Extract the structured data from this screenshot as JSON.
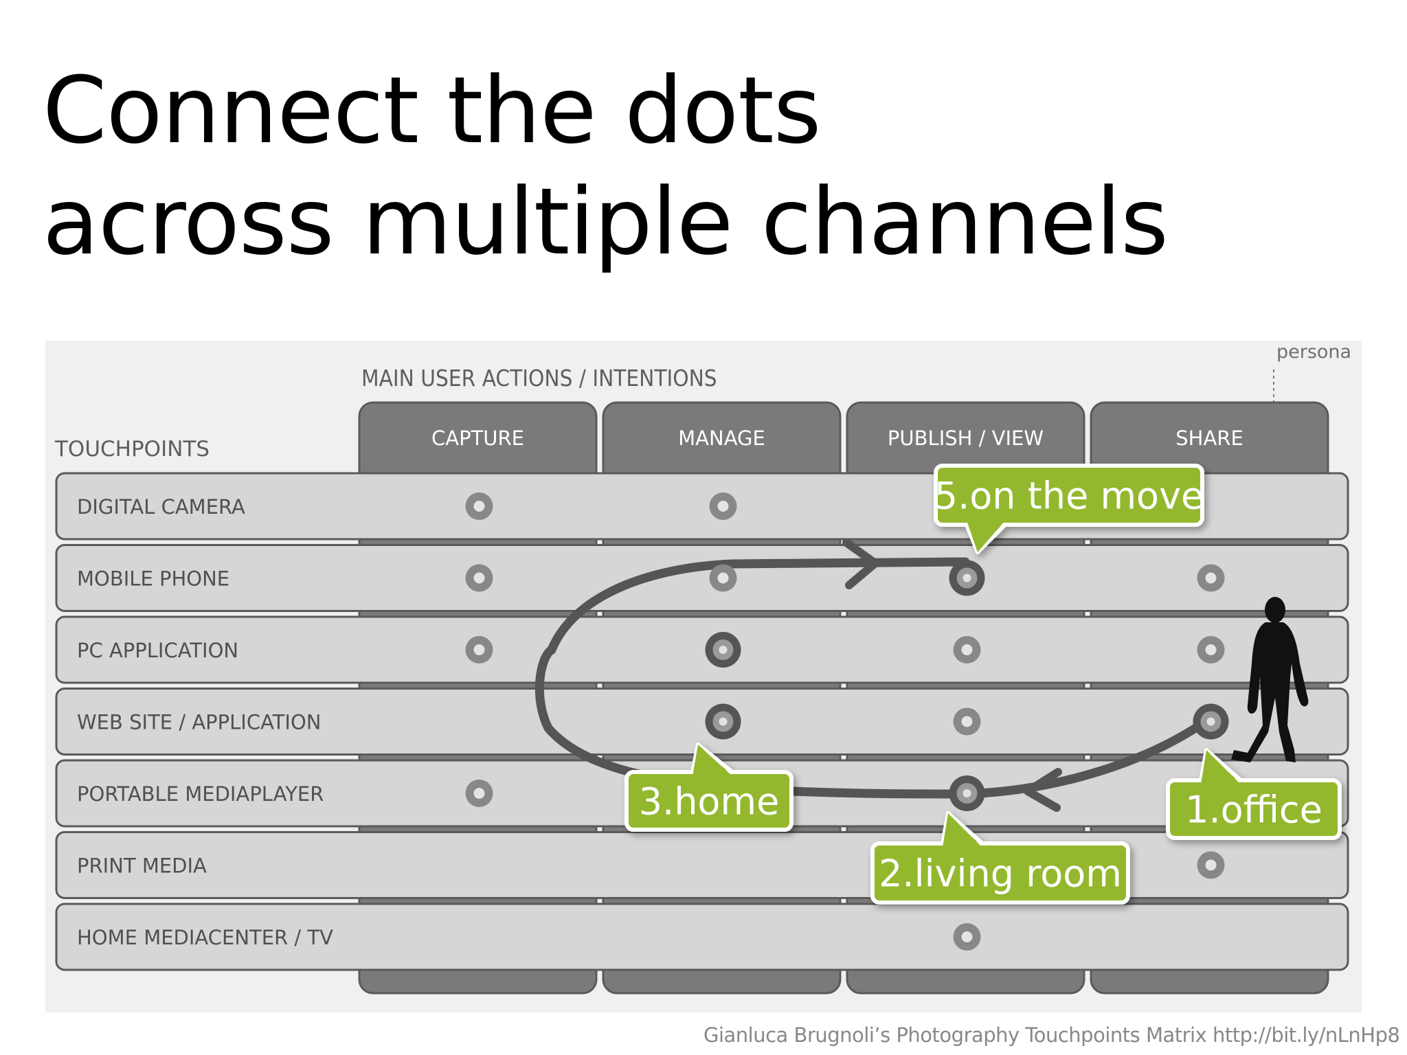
{
  "slide": {
    "title_line1": "Connect the dots",
    "title_line2": "across multiple channels",
    "caption": "Gianluca Brugnoli’s Photography Touchpoints Matrix  http://bit.ly/nLnHp8"
  },
  "matrix": {
    "actions_heading": "MAIN USER ACTIONS / INTENTIONS",
    "touchpoints_heading": "TOUCHPOINTS",
    "persona_label": "persona",
    "columns": [
      "CAPTURE",
      "MANAGE",
      "PUBLISH / VIEW",
      "SHARE"
    ],
    "rows": [
      "DIGITAL CAMERA",
      "MOBILE PHONE",
      "PC APPLICATION",
      "WEB SITE / APPLICATION",
      "PORTABLE   MEDIAPLAYER",
      "PRINT MEDIA",
      "HOME MEDIACENTER  / TV"
    ],
    "dots": [
      {
        "row": 0,
        "col": 0,
        "on_path": false
      },
      {
        "row": 0,
        "col": 1,
        "on_path": false
      },
      {
        "row": 1,
        "col": 0,
        "on_path": false
      },
      {
        "row": 1,
        "col": 1,
        "on_path": false
      },
      {
        "row": 1,
        "col": 2,
        "on_path": true
      },
      {
        "row": 1,
        "col": 3,
        "on_path": false
      },
      {
        "row": 2,
        "col": 0,
        "on_path": false
      },
      {
        "row": 2,
        "col": 1,
        "on_path": true
      },
      {
        "row": 2,
        "col": 2,
        "on_path": false
      },
      {
        "row": 2,
        "col": 3,
        "on_path": false
      },
      {
        "row": 3,
        "col": 1,
        "on_path": true
      },
      {
        "row": 3,
        "col": 2,
        "on_path": false
      },
      {
        "row": 3,
        "col": 3,
        "on_path": true
      },
      {
        "row": 4,
        "col": 0,
        "on_path": false
      },
      {
        "row": 4,
        "col": 2,
        "on_path": true
      },
      {
        "row": 5,
        "col": 3,
        "on_path": false
      },
      {
        "row": 6,
        "col": 2,
        "on_path": false
      }
    ],
    "callouts": [
      {
        "label": "5.on the move",
        "row": 1,
        "col": 2
      },
      {
        "label": "3.home",
        "row": 3,
        "col": 1
      },
      {
        "label": "2.living room",
        "row": 4,
        "col": 2
      },
      {
        "label": "1.office",
        "row": 3,
        "col": 3
      }
    ]
  },
  "colors": {
    "frame": "#f0f0f0",
    "header_tab": "#7a7a7a",
    "row_fill": "#d6d6d6",
    "row_border": "#5a5a5a",
    "row_text": "#505050",
    "dot": "#888888",
    "path": "#555555",
    "callout_fill": "#93b82f",
    "callout_text": "#ffffff",
    "persona": "#111111"
  }
}
